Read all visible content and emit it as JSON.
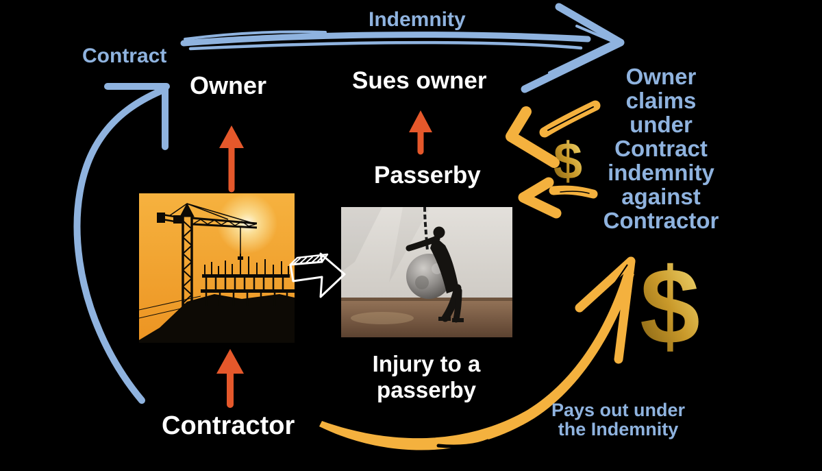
{
  "colors": {
    "background": "#000000",
    "accent_blue": "#8fb3df",
    "accent_orange": "#e5582b",
    "accent_yellow": "#f4b13e",
    "gold_dark": "#7a5a10",
    "gold_mid": "#c9992a",
    "gold_light": "#f7e27c",
    "text_white": "#ffffff"
  },
  "nodes": {
    "contract": "Contract",
    "indemnity": "Indemnity",
    "owner": "Owner",
    "sues_owner": "Sues owner",
    "passerby": "Passerby",
    "contractor": "Contractor"
  },
  "claim": {
    "lines": [
      "Owner",
      "claims",
      "under",
      "Contract",
      "indemnity",
      "against",
      "Contractor"
    ]
  },
  "injury": {
    "line1": "Injury to a",
    "line2": "passerby"
  },
  "payout": {
    "line1": "Pays out under",
    "line2": "the Indemnity"
  },
  "money": {
    "small_dollar": "$",
    "large_dollar": "$"
  },
  "icons": {
    "construction_photo": "construction-site-sunset-silhouette",
    "wrecking_photo": "man-holding-wrecking-ball",
    "doodle_arrow": "sketch-block-arrow-right"
  }
}
